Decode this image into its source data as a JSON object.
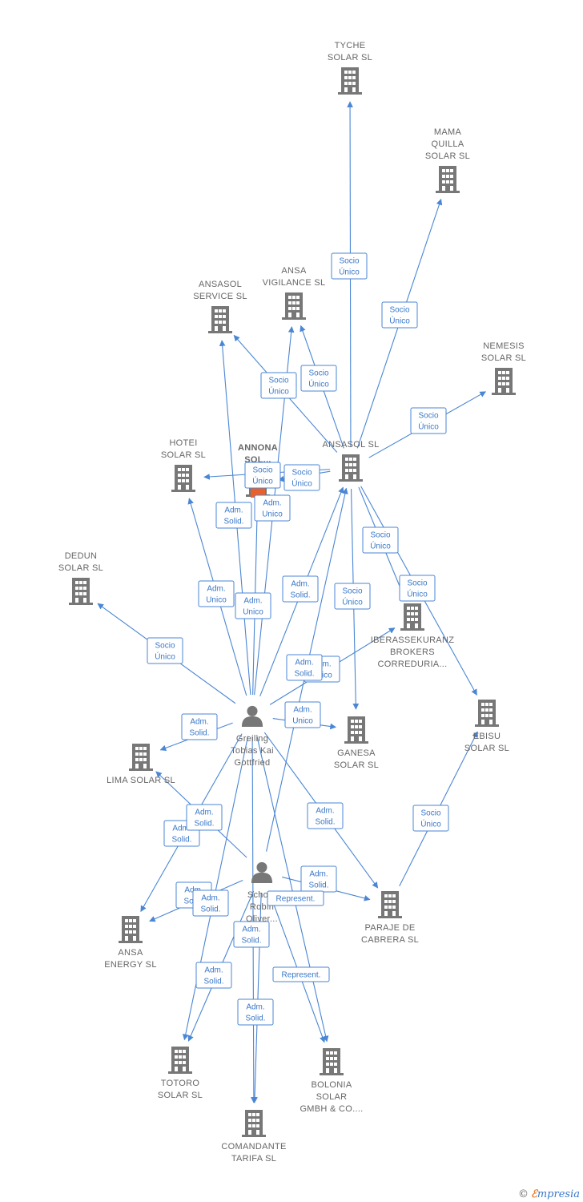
{
  "nodes": [
    {
      "id": "tyche",
      "type": "company",
      "label": [
        "TYCHE",
        "SOLAR  SL"
      ]
    },
    {
      "id": "mama",
      "type": "company",
      "label": [
        "MAMA",
        "QUILLA",
        "SOLAR  SL"
      ]
    },
    {
      "id": "ansaservice",
      "type": "company",
      "label": [
        "ANSASOL",
        "SERVICE  SL"
      ]
    },
    {
      "id": "vigilance",
      "type": "company",
      "label": [
        "ANSA",
        "VIGILANCE  SL"
      ]
    },
    {
      "id": "nemesis",
      "type": "company",
      "label": [
        "NEMESIS",
        "SOLAR  SL"
      ]
    },
    {
      "id": "hotei",
      "type": "company",
      "label": [
        "HOTEI",
        "SOLAR  SL"
      ]
    },
    {
      "id": "annona",
      "type": "company-highlight",
      "label": [
        "ANNONA",
        "SOL..."
      ]
    },
    {
      "id": "ansasol",
      "type": "company",
      "label": [
        "ANSASOL SL"
      ]
    },
    {
      "id": "dedun",
      "type": "company",
      "label": [
        "DEDUN",
        "SOLAR  SL"
      ]
    },
    {
      "id": "iberas",
      "type": "company",
      "label": [
        "IBERASSEKURANZ",
        "BROKERS",
        "CORREDURIA..."
      ]
    },
    {
      "id": "ebisu",
      "type": "company",
      "label": [
        "EBISU",
        "SOLAR  SL"
      ]
    },
    {
      "id": "greiling",
      "type": "person",
      "label": [
        "Greiling",
        "Tobias Kai",
        "Gottfried"
      ]
    },
    {
      "id": "ganesa",
      "type": "company",
      "label": [
        "GANESA",
        "SOLAR  SL"
      ]
    },
    {
      "id": "lima",
      "type": "company",
      "label": [
        "LIMA SOLAR SL"
      ]
    },
    {
      "id": "schott",
      "type": "person",
      "label": [
        "Scho...",
        "Robin",
        "Oliver..."
      ]
    },
    {
      "id": "paraje",
      "type": "company",
      "label": [
        "PARAJE DE",
        "CABRERA SL"
      ]
    },
    {
      "id": "ansaenergy",
      "type": "company",
      "label": [
        "ANSA",
        "ENERGY SL"
      ]
    },
    {
      "id": "totoro",
      "type": "company",
      "label": [
        "TOTORO",
        "SOLAR SL"
      ]
    },
    {
      "id": "bolonia",
      "type": "company",
      "label": [
        "BOLONIA",
        "SOLAR",
        "GMBH & CO...."
      ]
    },
    {
      "id": "comandante",
      "type": "company",
      "label": [
        "COMANDANTE",
        "TARIFA  SL"
      ]
    }
  ],
  "edges": [
    {
      "from": "ansasol",
      "to": "tyche",
      "label": [
        "Socio",
        "Único"
      ]
    },
    {
      "from": "ansasol",
      "to": "mama",
      "label": [
        "Socio",
        "Único"
      ]
    },
    {
      "from": "ansasol",
      "to": "nemesis",
      "label": [
        "Socio",
        "Único"
      ]
    },
    {
      "from": "ansasol",
      "to": "ansaservice",
      "label": [
        "Socio",
        "Único"
      ]
    },
    {
      "from": "ansasol",
      "to": "vigilance",
      "label": [
        "Socio",
        "Único"
      ]
    },
    {
      "from": "ansasol",
      "to": "hotei",
      "label": [
        "Socio",
        "Único"
      ]
    },
    {
      "from": "ansasol",
      "to": "annona",
      "label": [
        "Socio",
        "Único"
      ]
    },
    {
      "from": "ansasol",
      "to": "iberas",
      "label": [
        "Socio",
        "Único"
      ]
    },
    {
      "from": "ansasol",
      "to": "ganesa",
      "label": [
        "Socio",
        "Único"
      ]
    },
    {
      "from": "ansasol",
      "to": "ebisu",
      "label": [
        "Socio",
        "Único"
      ]
    },
    {
      "from": "paraje",
      "to": "ebisu",
      "label": [
        "Socio",
        "Único"
      ]
    },
    {
      "from": "greiling",
      "to": "dedun",
      "label": [
        "Socio",
        "Único"
      ]
    },
    {
      "from": "greiling",
      "to": "annona",
      "label": [
        "Adm.",
        "Solid."
      ]
    },
    {
      "from": "greiling",
      "to": "vigilance",
      "label": [
        "Adm.",
        "Unico"
      ]
    },
    {
      "from": "greiling",
      "to": "hotei",
      "label": [
        "Adm.",
        "Unico"
      ]
    },
    {
      "from": "greiling",
      "to": "ansaservice",
      "label": [
        "Adm.",
        "Unico"
      ]
    },
    {
      "from": "greiling",
      "to": "ansasol",
      "label": [
        "Adm.",
        "Solid."
      ]
    },
    {
      "from": "greiling",
      "to": "iberas",
      "label": [
        "Adm.",
        "Unico"
      ]
    },
    {
      "from": "greiling",
      "to": "ganesa",
      "label": [
        "Adm.",
        "Unico"
      ]
    },
    {
      "from": "greiling",
      "to": "lima",
      "label": [
        "Adm.",
        "Solid."
      ]
    },
    {
      "from": "greiling",
      "to": "paraje",
      "label": [
        "Adm.",
        "Solid."
      ]
    },
    {
      "from": "greiling",
      "to": "ansaenergy",
      "label": [
        "Adm.",
        "Solid."
      ]
    },
    {
      "from": "greiling",
      "to": "totoro",
      "label": [
        "Adm.",
        "Solid."
      ]
    },
    {
      "from": "greiling",
      "to": "comandante",
      "label": [
        "Adm.",
        "Solid."
      ]
    },
    {
      "from": "greiling",
      "to": "bolonia",
      "label": [
        "Represent."
      ]
    },
    {
      "from": "schott",
      "to": "ansasol",
      "label": [
        "Adm.",
        "Solid."
      ]
    },
    {
      "from": "schott",
      "to": "lima",
      "label": [
        "Adm.",
        "Solid."
      ]
    },
    {
      "from": "schott",
      "to": "paraje",
      "label": [
        "Adm.",
        "Solid."
      ]
    },
    {
      "from": "schott",
      "to": "ansaenergy",
      "label": [
        "Adm.",
        "Solid."
      ]
    },
    {
      "from": "schott",
      "to": "totoro",
      "label": [
        "Adm.",
        "Solid."
      ]
    },
    {
      "from": "schott",
      "to": "comandante",
      "label": [
        "Adm.",
        "Solid."
      ]
    },
    {
      "from": "schott",
      "to": "bolonia",
      "label": [
        "Represent."
      ]
    }
  ],
  "footer": {
    "copyright": "©",
    "brand_first": "ℰ",
    "brand_rest": "mpresia"
  },
  "colors": {
    "edge": "#4a86d4",
    "icon": "#777777",
    "highlight": "#e8612c",
    "label": "#666666"
  }
}
